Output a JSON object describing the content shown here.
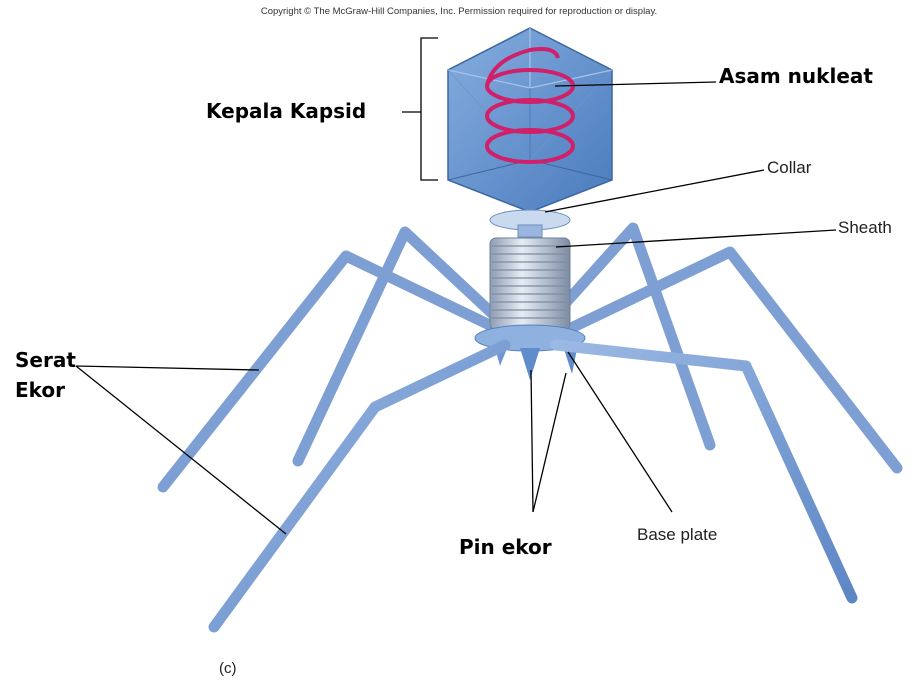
{
  "copyright": "Copyright © The McGraw-Hill Companies, Inc. Permission required for reproduction or display.",
  "labels": {
    "kepala_kapsid": "Kepala Kapsid",
    "asam_nukleat": "Asam nukleat",
    "collar": "Collar",
    "sheath": "Sheath",
    "serat_line1": "Serat",
    "serat_line2": "Ekor",
    "pin_ekor": "Pin ekor",
    "base_plate": "Base plate"
  },
  "panel_label": "(c)",
  "colors": {
    "capsid": "#5b8fd0",
    "capsid_dark": "#3f6fb0",
    "nucleic_acid": "#d0206a",
    "sheath": "#b8c4d6",
    "fibers": "#7a9fd6",
    "leader_lines": "#000000"
  }
}
